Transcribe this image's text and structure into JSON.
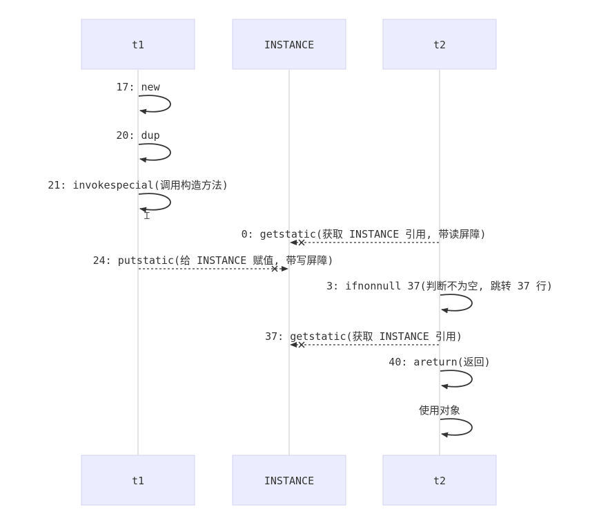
{
  "participants": [
    {
      "id": "t1",
      "label": "t1"
    },
    {
      "id": "instance",
      "label": "INSTANCE"
    },
    {
      "id": "t2",
      "label": "t2"
    }
  ],
  "messages": [
    {
      "label": "17: new",
      "from": "t1",
      "to": "t1",
      "style": "solid"
    },
    {
      "label": "20: dup",
      "from": "t1",
      "to": "t1",
      "style": "solid"
    },
    {
      "label": "21: invokespecial(调用构造方法)",
      "from": "t1",
      "to": "t1",
      "style": "solid"
    },
    {
      "label": "0: getstatic(获取 INSTANCE 引用, 带读屏障)",
      "from": "t2",
      "to": "instance",
      "style": "dashed-cross"
    },
    {
      "label": "24: putstatic(给 INSTANCE 赋值, 带写屏障)",
      "from": "t1",
      "to": "instance",
      "style": "dashed-cross"
    },
    {
      "label": "3: ifnonnull 37(判断不为空, 跳转 37 行)",
      "from": "t2",
      "to": "t2",
      "style": "solid"
    },
    {
      "label": "37: getstatic(获取 INSTANCE 引用)",
      "from": "t2",
      "to": "instance",
      "style": "dashed-cross"
    },
    {
      "label": "40: areturn(返回)",
      "from": "t2",
      "to": "t2",
      "style": "solid"
    },
    {
      "label": "使用对象",
      "from": "t2",
      "to": "t2",
      "style": "solid"
    }
  ],
  "colors": {
    "actor_fill": "#ececff",
    "actor_border": "#d2d2f0",
    "line": "#333333",
    "lifeline": "#c8c8c8"
  }
}
